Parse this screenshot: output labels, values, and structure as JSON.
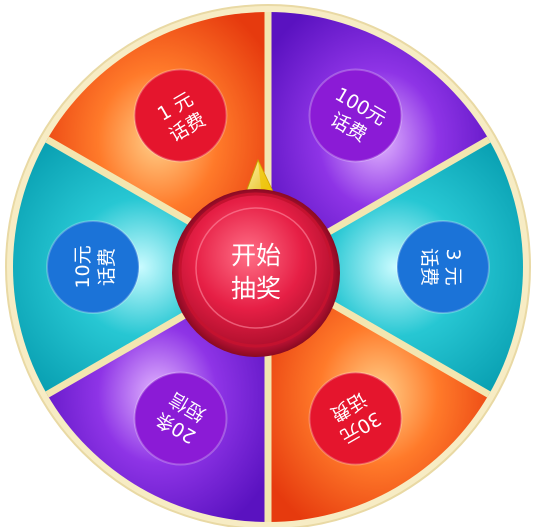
{
  "wheel": {
    "center_button": {
      "line1": "开始",
      "line2": "抽奖"
    },
    "prizes": [
      {
        "line1": "1 元",
        "line2": "话费",
        "segment_color": "#f14a14",
        "circle_color": "#e5152d"
      },
      {
        "line1": "100元",
        "line2": "话费",
        "segment_color": "#6a17c7",
        "circle_color": "#8b1bd6"
      },
      {
        "line1": "3 元",
        "line2": "话费",
        "segment_color": "#0fb3bd",
        "circle_color": "#1b73d8"
      },
      {
        "line1": "30元",
        "line2": "话费",
        "segment_color": "#f14a14",
        "circle_color": "#e5152d"
      },
      {
        "line1": "20条",
        "line2": "短信",
        "segment_color": "#6a17c7",
        "circle_color": "#8b1bd6"
      },
      {
        "line1": "10元",
        "line2": "话费",
        "segment_color": "#0fb3bd",
        "circle_color": "#1b73d8"
      }
    ],
    "pointer_color": "#f2c511",
    "rim_color": "#f7ecc4",
    "divider_color": "#f3e6b0",
    "center_color": "#e61f45"
  }
}
